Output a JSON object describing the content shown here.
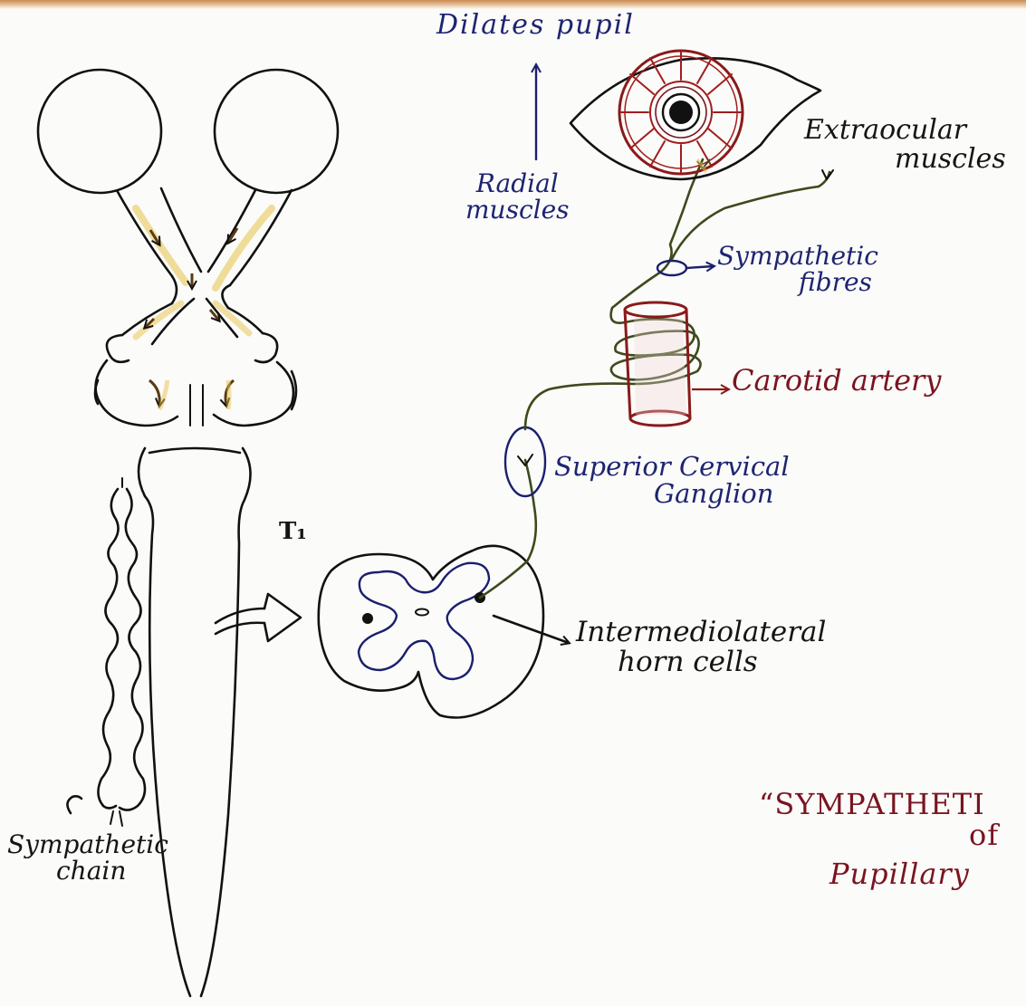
{
  "labels": {
    "dilates_pupil": "Dilates pupil",
    "radial_muscles_1": "Radial",
    "radial_muscles_2": "muscles",
    "extraocular_1": "Extraocular",
    "extraocular_2": "muscles",
    "sympathetic_fibres_1": "Sympathetic",
    "sympathetic_fibres_2": "fibres",
    "carotid_artery": "Carotid artery",
    "superior_cervical_1": "Superior Cervical",
    "superior_cervical_2": "Ganglion",
    "t1": "T₁",
    "intermediolateral_1": "Intermediolateral",
    "intermediolateral_2": "horn cells",
    "sympathetic_chain_1": "Sympathetic",
    "sympathetic_chain_2": "chain",
    "title_1": "“SYMPATHETI",
    "title_2": "of",
    "title_3": "Pupillary"
  },
  "colors": {
    "ink": "#111111",
    "navy_text": "#1e2470",
    "maroon_text": "#7a1420",
    "iris_red": "#a11d1d",
    "nerve_green": "#3d4a1c",
    "optic_yellow": "#e8c34a",
    "cord_blue": "#1a1f6e"
  },
  "icons": [
    "eye-icon",
    "carotid-artery-icon",
    "ganglion-icon",
    "spinal-cord-section-icon",
    "brain-outline-icon",
    "sympathetic-chain-icon",
    "arrow-icon"
  ]
}
